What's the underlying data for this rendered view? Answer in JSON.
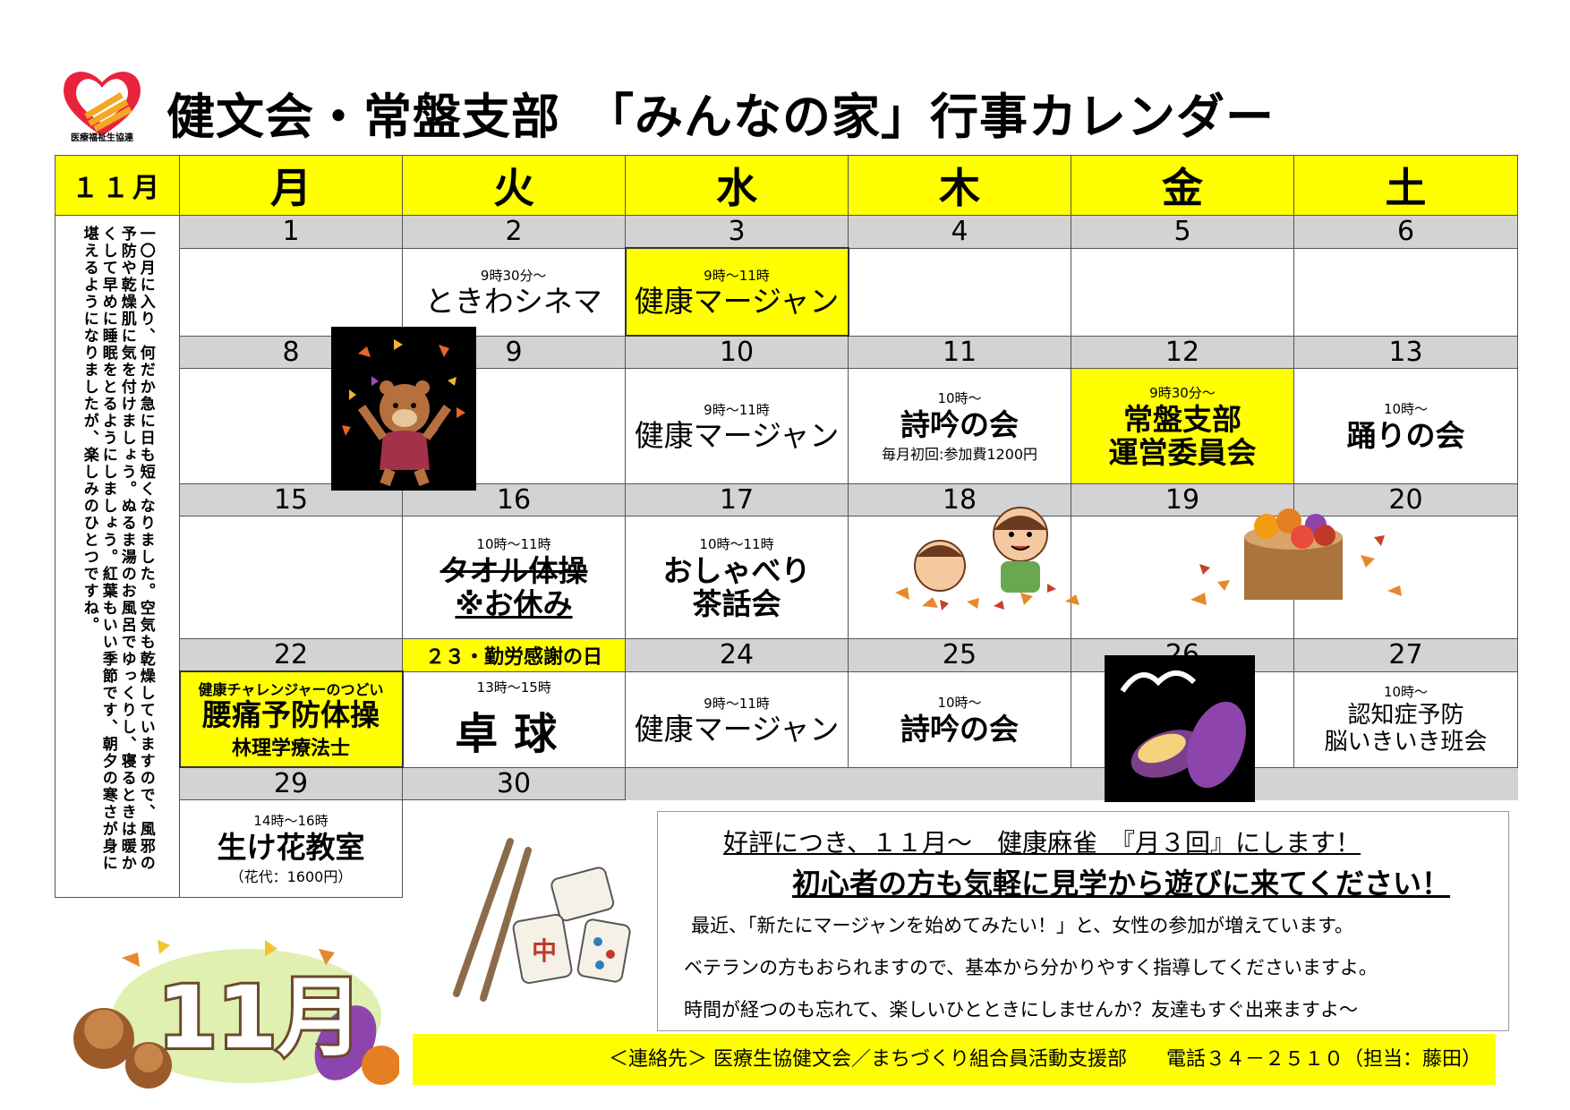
{
  "header": {
    "logo_text": "医療福祉生協連",
    "title": "健文会・常盤支部　「みんなの家」行事カレンダー"
  },
  "calendar": {
    "month": "１１月",
    "weekdays": [
      "月",
      "火",
      "水",
      "木",
      "金",
      "土"
    ],
    "note": "一〇月に入り、何だか急に日も短くなりました。空気も乾燥していますので、風邪の予防や乾燥肌に気を付けましょう。ぬるま湯のお風呂でゆっくりし、寝るときは暖かくして早めに睡眠をとるようにしましょう。紅葉もいい季節です、朝夕の寒さが身に堪えるようになりましたが、楽しみのひとつですね。",
    "weeks": [
      {
        "dates": [
          "1",
          "2",
          "3",
          "4",
          "5",
          "6"
        ],
        "events": [
          {},
          {
            "time": "9時30分～",
            "name": "ときわシネマ"
          },
          {
            "time": "9時～11時",
            "name": "健康マージャン"
          },
          {},
          {},
          {}
        ]
      },
      {
        "dates": [
          "8",
          "9",
          "10",
          "11",
          "12",
          "13"
        ],
        "events": [
          {},
          {},
          {
            "time": "9時～11時",
            "name": "健康マージャン"
          },
          {
            "time": "10時～",
            "name": "詩吟の会",
            "sub": "毎月初回:参加費1200円"
          },
          {
            "time": "9時30分～",
            "name": "常盤支部",
            "name2": "運営委員会"
          },
          {
            "time": "10時～",
            "name": "踊りの会"
          }
        ]
      },
      {
        "dates": [
          "15",
          "16",
          "17",
          "18",
          "19",
          "20"
        ],
        "events": [
          {},
          {
            "time": "10時～11時",
            "name": "タオル体操",
            "name2": "※お休み"
          },
          {
            "time": "10時～11時",
            "name": "おしゃべり",
            "name2": "茶話会"
          },
          {},
          {},
          {}
        ]
      },
      {
        "dates": [
          "22",
          "２３・勤労感謝の日",
          "24",
          "25",
          "26",
          "27"
        ],
        "events": [
          {
            "time": "健康チャレンジャーのつどい",
            "name": "腰痛予防体操",
            "sub": "林理学療法士"
          },
          {
            "time": "13時～15時",
            "name": "卓球"
          },
          {
            "time": "9時～11時",
            "name": "健康マージャン"
          },
          {
            "time": "10時～",
            "name": "詩吟の会"
          },
          {},
          {
            "time": "10時～",
            "name": "認知症予防",
            "name2": "脳いきいき班会"
          }
        ]
      },
      {
        "dates": [
          "29",
          "30",
          "",
          "",
          "",
          ""
        ],
        "events": [
          {
            "time": "14時～16時",
            "name": "生け花教室",
            "sub": "（花代：1600円）"
          },
          {}
        ]
      }
    ]
  },
  "notice": {
    "line1": "好評につき、１１月～　健康麻雀　『月３回』にします！",
    "line2": "初心者の方も気軽に見学から遊びに来てください！",
    "body1": "最近、「新たにマージャンを始めてみたい！」と、女性の参加が増えています。",
    "body2": "ベテランの方もおられますので、基本から分かりやすく指導してくださいますよ。",
    "body3": "時間が経つのも忘れて、楽しいひとときにしませんか？友達もすぐ出来ますよ～"
  },
  "decor": {
    "month_badge": "11月",
    "mahjong_tile": "中"
  },
  "contact": {
    "text": "＜連絡先＞ 医療生協健文会／まちづくり組合員活動支援部　　電話３４－２５１０（担当：藤田）"
  },
  "colors": {
    "highlight": "#ffff00",
    "date_row": "#d3d3d3",
    "logo": "#e8233c"
  }
}
